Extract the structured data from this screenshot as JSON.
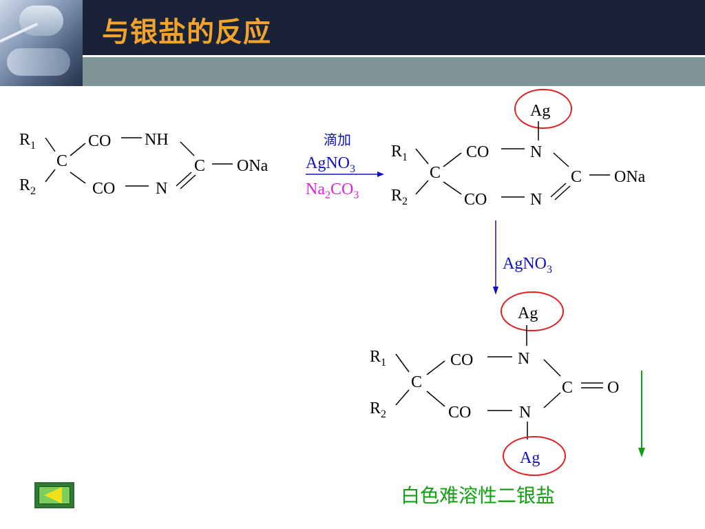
{
  "slide": {
    "title": "与银盐的反应",
    "caption": "白色难溶性二银盐"
  },
  "reaction": {
    "step1": {
      "above": "滴加",
      "reagent1": "AgNO",
      "reagent1_sub": "3",
      "reagent2_a": "Na",
      "reagent2_sub1": "2",
      "reagent2_b": "CO",
      "reagent2_sub2": "3"
    },
    "step2": {
      "reagent": "AgNO",
      "reagent_sub": "3"
    }
  },
  "molecules": {
    "m1": {
      "r1": "R",
      "r1_sub": "1",
      "r2": "R",
      "r2_sub": "2",
      "c": "C",
      "co_top": "CO",
      "nh": "NH",
      "c2": "C",
      "ona": "ONa",
      "co_bottom": "CO",
      "n": "N"
    },
    "m2": {
      "ag": "Ag",
      "r1": "R",
      "r1_sub": "1",
      "r2": "R",
      "r2_sub": "2",
      "c": "C",
      "co_top": "CO",
      "n_top": "N",
      "c2": "C",
      "ona": "ONa",
      "co_bottom": "CO",
      "n_bottom": "N"
    },
    "m3": {
      "ag_top": "Ag",
      "r1": "R",
      "r1_sub": "1",
      "r2": "R",
      "r2_sub": "2",
      "c": "C",
      "co_top": "CO",
      "n_top": "N",
      "c2": "C",
      "o": "O",
      "co_bottom": "CO",
      "n_bottom": "N",
      "ag_bottom": "Ag"
    }
  },
  "colors": {
    "header_bg": "#1a2238",
    "title": "#f1a32c",
    "band": "#7f9598",
    "reagent_blue": "#1010c8",
    "reagent_magenta": "#e020e0",
    "highlight_red": "#e02020",
    "precipitate_green": "#10a010"
  },
  "nav": {
    "back_icon": "triangle-left-icon"
  }
}
